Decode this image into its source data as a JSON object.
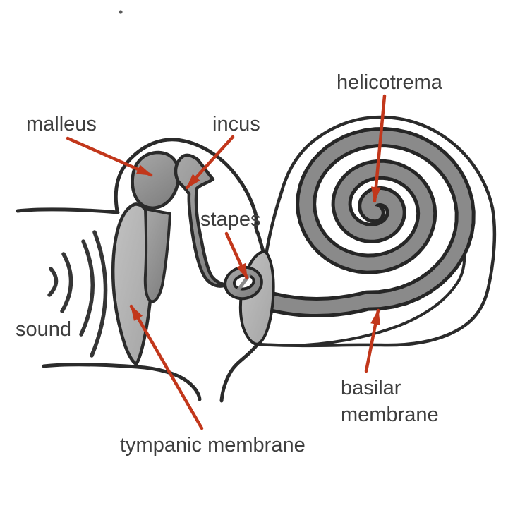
{
  "figure": {
    "type": "hand-drawn anatomical sketch",
    "subject": "human middle ear ossicles and cochlea",
    "background_color": "#ffffff",
    "colors": {
      "arrow_red": "#c2371b",
      "label_text": "#3e3e3e",
      "ink_outline": "#2b2b2b",
      "bone_gray": "#8f8f8f",
      "membrane_gray": "#b7b7b7",
      "band_gray": "#8a8a8a"
    }
  },
  "labels": {
    "malleus": "malleus",
    "incus": "incus",
    "helicotrema": "helicotrema",
    "stapes": "stapes",
    "sound": "sound",
    "tympanic_membrane": "tympanic membrane",
    "basilar": {
      "lines": [
        "basilar",
        "membrane"
      ]
    }
  }
}
